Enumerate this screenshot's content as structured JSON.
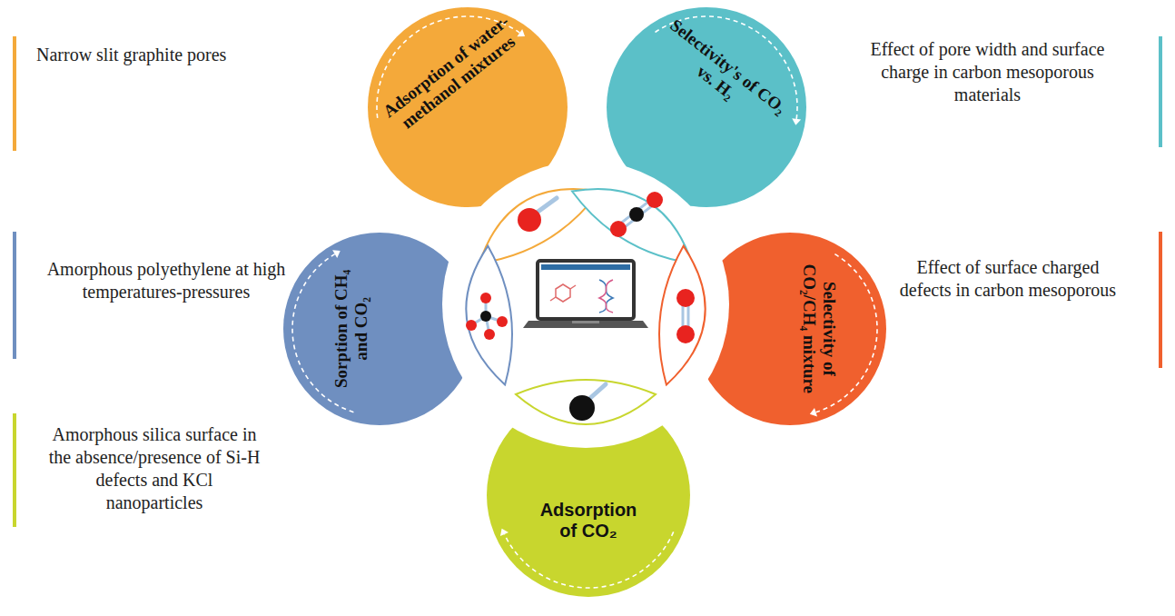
{
  "diagram": {
    "nodes": [
      {
        "text": [
          "Adsorption of water-methanol mixtures"
        ]
      },
      {
        "text": [
          "Selectivity's of CO₂ vs. H₂"
        ]
      },
      {
        "text": [
          "Selectivity of CO₂/CH₄ mixture"
        ]
      },
      {
        "text": [
          "Adsorption of CO₂"
        ]
      },
      {
        "text": [
          "Sorption of CH₄ and CO₂"
        ]
      }
    ],
    "labels": [
      "Narrow slit graphite pores",
      "Effect of pore width and surface charge in carbon mesoporous materials",
      "Amorphous polyethylene at high temperatures-pressures",
      "Effect of surface charged defects in carbon mesoporous",
      "Amorphous silica surface in the absence/presence of Si-H defects and KCl nanoparticles"
    ]
  }
}
